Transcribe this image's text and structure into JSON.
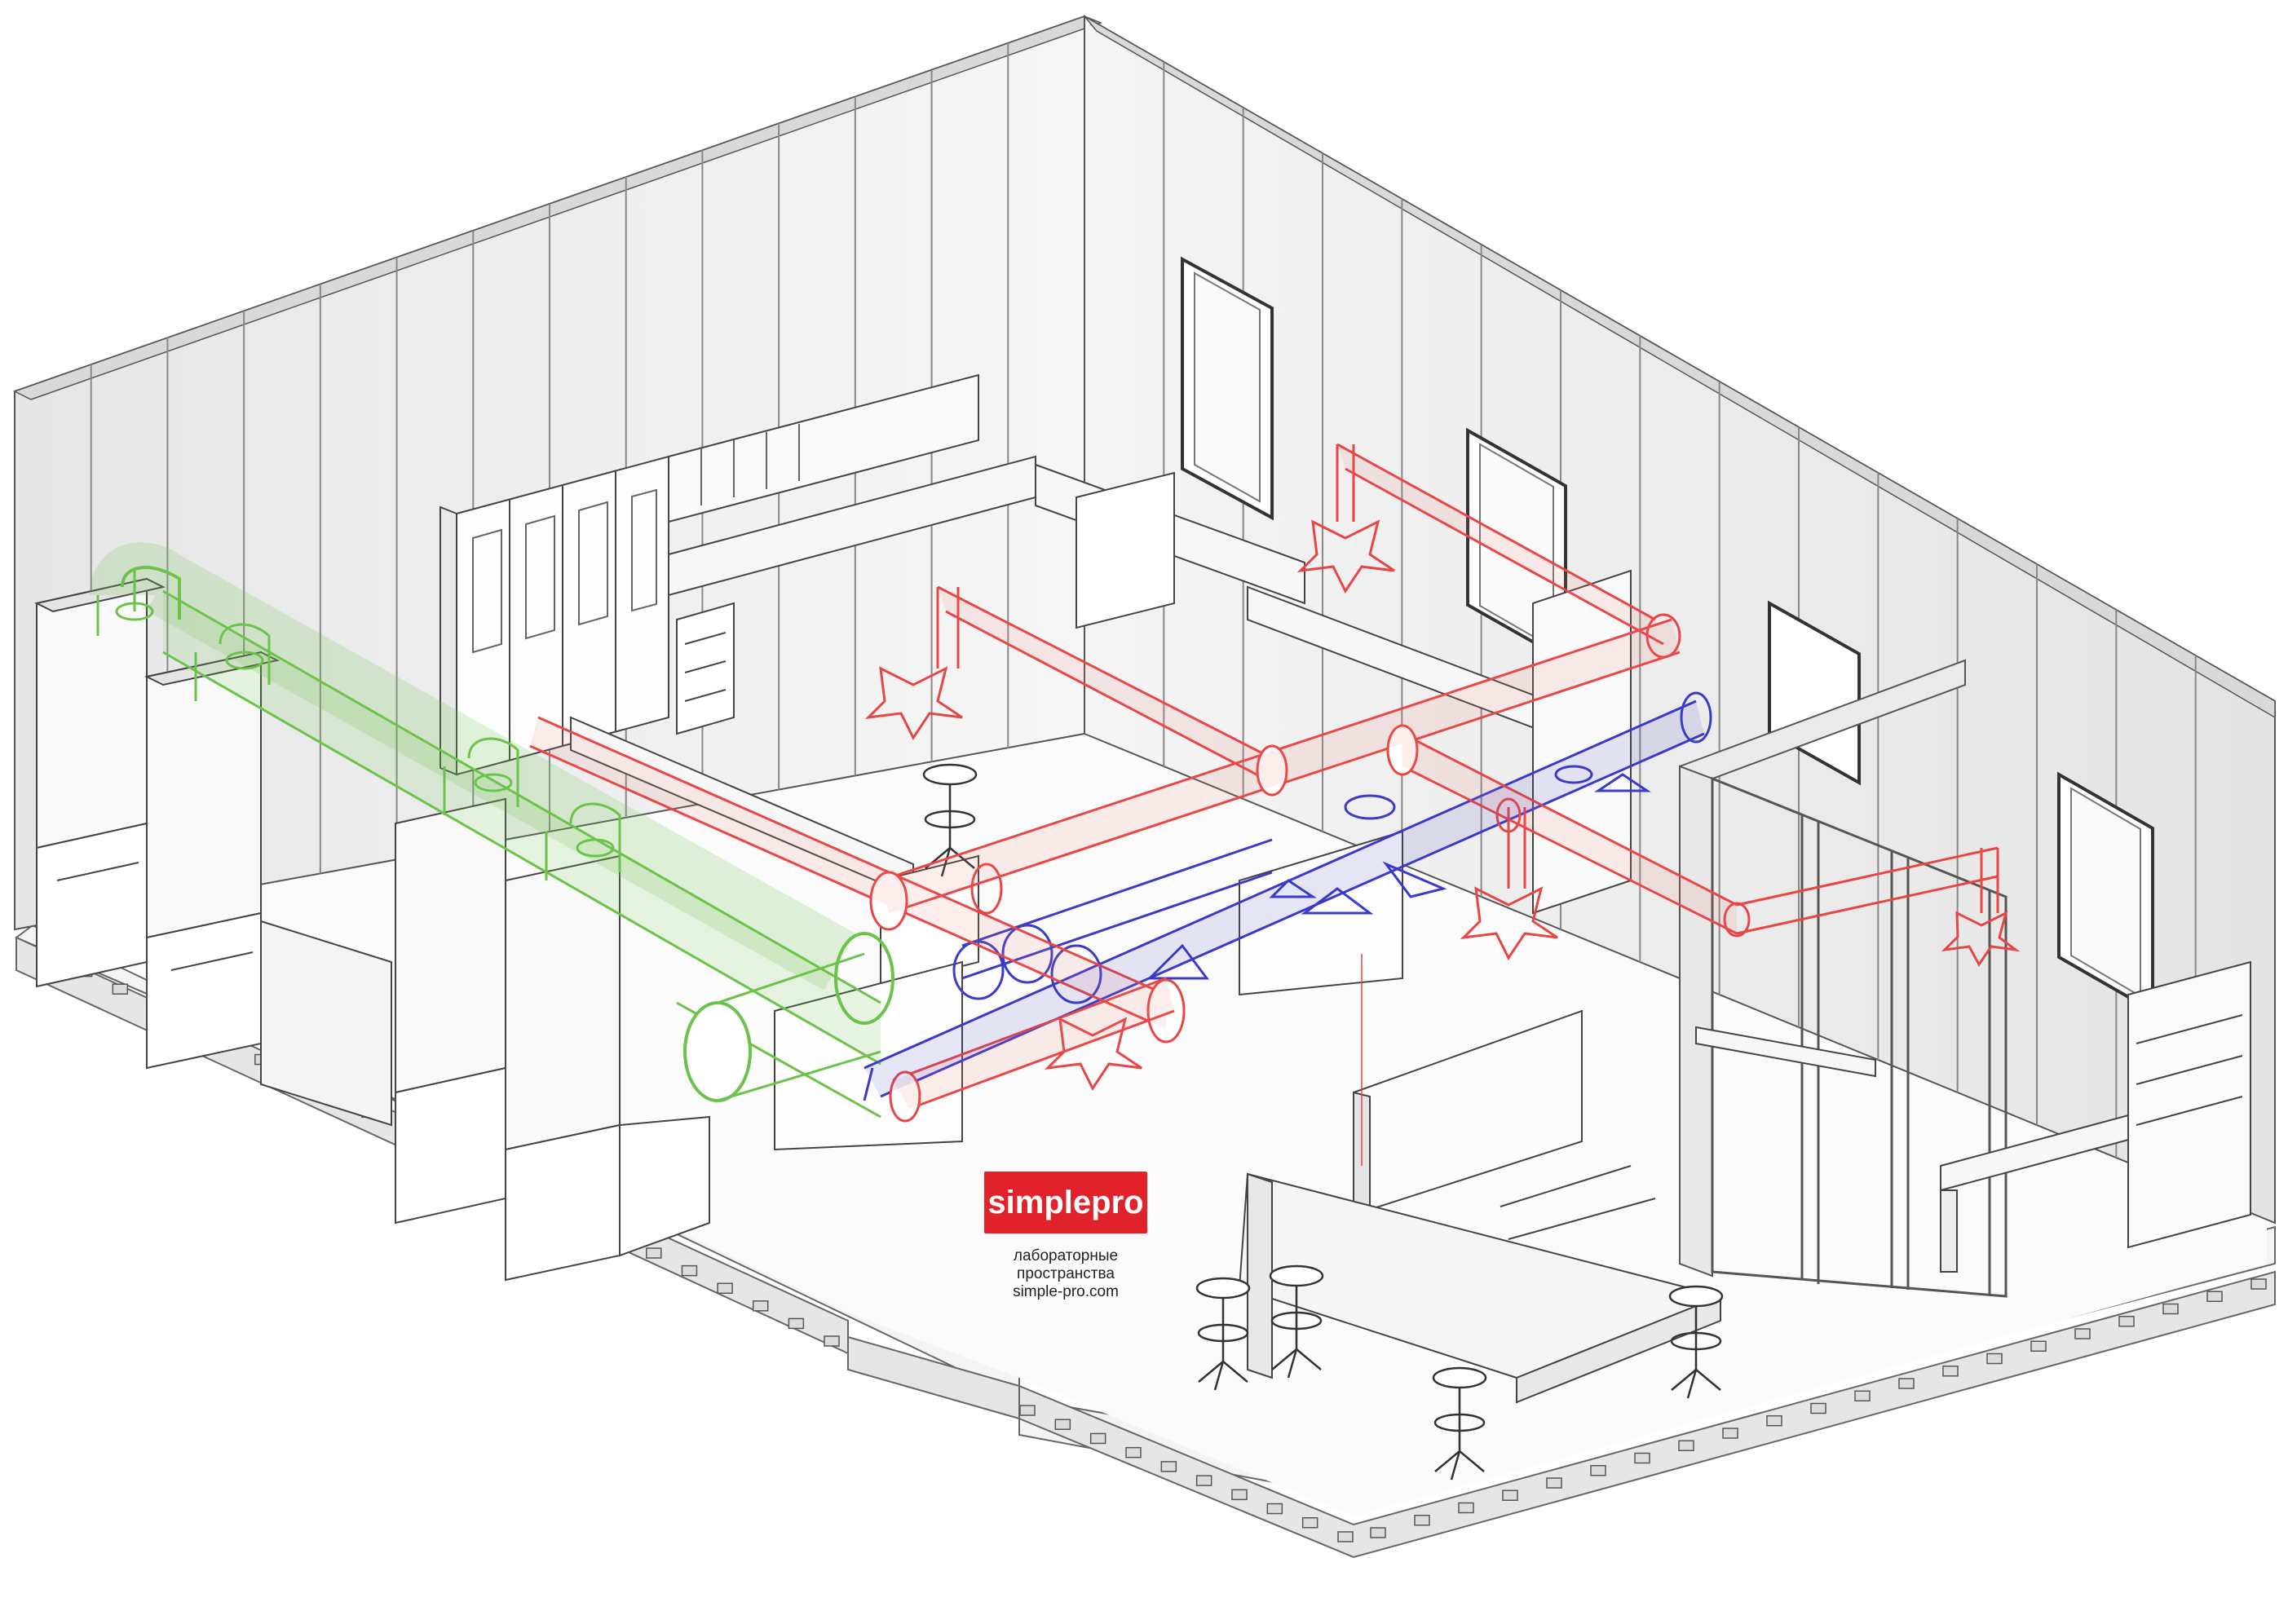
{
  "logo": {
    "name": "simplepro",
    "tagline_line1": "лабораторные",
    "tagline_line2": "пространства",
    "url": "simple-pro.com",
    "brand_color": "#e1222b"
  },
  "colors": {
    "exhaust_duct": "#f07474",
    "supply_duct": "#3b3bc8",
    "fume_duct": "#6cc24a",
    "structure_line": "#555555",
    "wall_fill": "#eeeeee"
  }
}
